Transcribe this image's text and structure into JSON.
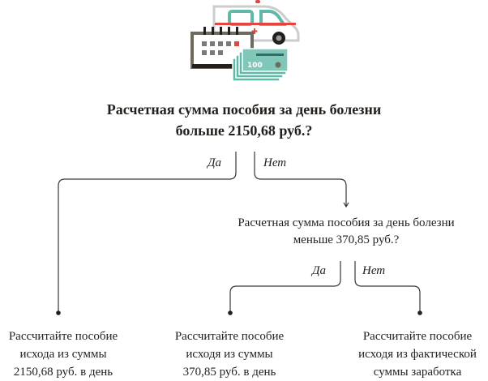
{
  "question1": {
    "line1": "Расчетная сумма пособия за день болезни",
    "line2": "больше 2150,68 руб.?"
  },
  "question2": {
    "line1": "Расчетная сумма пособия за день болезни",
    "line2": "меньше 370,85 руб.?"
  },
  "labels": {
    "yes1": "Да",
    "no1": "Нет",
    "yes2": "Да",
    "no2": "Нет"
  },
  "results": [
    {
      "line1": "Рассчитайте пособие",
      "line2": "исхода из суммы",
      "line3": "2150,68 руб. в день"
    },
    {
      "line1": "Рассчитайте пособие",
      "line2": "исходя из суммы",
      "line3": "370,85 руб. в день"
    },
    {
      "line1": "Рассчитайте пособие",
      "line2": "исходя из фактической",
      "line3": "суммы заработка"
    }
  ],
  "illustration": {
    "banknote_text": "100"
  },
  "colors": {
    "line": "#3a3532",
    "teal": "#5fb8a8",
    "red": "#e2463f",
    "gray": "#6f6a5e"
  }
}
